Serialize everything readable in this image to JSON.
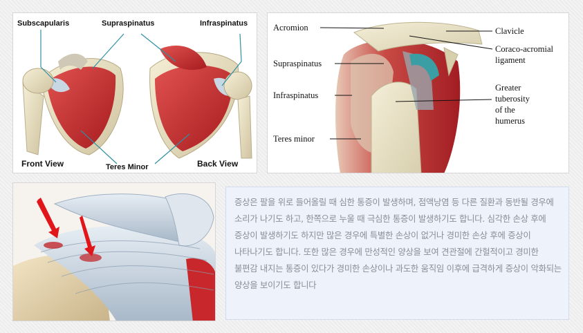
{
  "panel1": {
    "labels": {
      "subscapularis": "Subscapularis",
      "supraspinatus": "Supraspinatus",
      "infraspinatus": "Infraspinatus",
      "front_view": "Front View",
      "teres_minor": "Teres Minor",
      "back_view": "Back View"
    }
  },
  "panel2": {
    "labels": {
      "acromion": "Acromion",
      "clavicle": "Clavicle",
      "coraco_line1": "Coraco-acromial",
      "coraco_line2": "ligament",
      "supraspinatus": "Supraspinatus",
      "infraspinatus": "Infraspinatus",
      "greater_line1": "Greater",
      "greater_line2": "tuberosity",
      "greater_line3": "of the",
      "greater_line4": "humerus",
      "teres_minor": "Teres minor"
    }
  },
  "description": "증상은 팔을 위로 들어올릴 때 심한 통증이 발생하며, 점액낭염 등 다른 질환과 동반될 경우에 소리가 나기도 하고, 한쪽으로 누울 때 극심한 통증이 발생하기도 합니다. 심각한 손상 후에 증상이 발생하기도 하지만 많은 경우에 특별한 손상이 없거나 경미한 손상 후에 증상이 나타나기도 합니다. 또한 많은 경우에 만성적인 양상을 보여 견관절에 간헐적이고 경미한 불편감 내지는 통증이 있다가 경미한 손상이나 과도한 움직임 이후에 급격하게 증상이 악화되는 양상을 보이기도 합니다",
  "colors": {
    "muscle": "#c8282c",
    "bone": "#ece3c4",
    "tendon": "#c9d6e3",
    "arrow": "#e0161b"
  }
}
